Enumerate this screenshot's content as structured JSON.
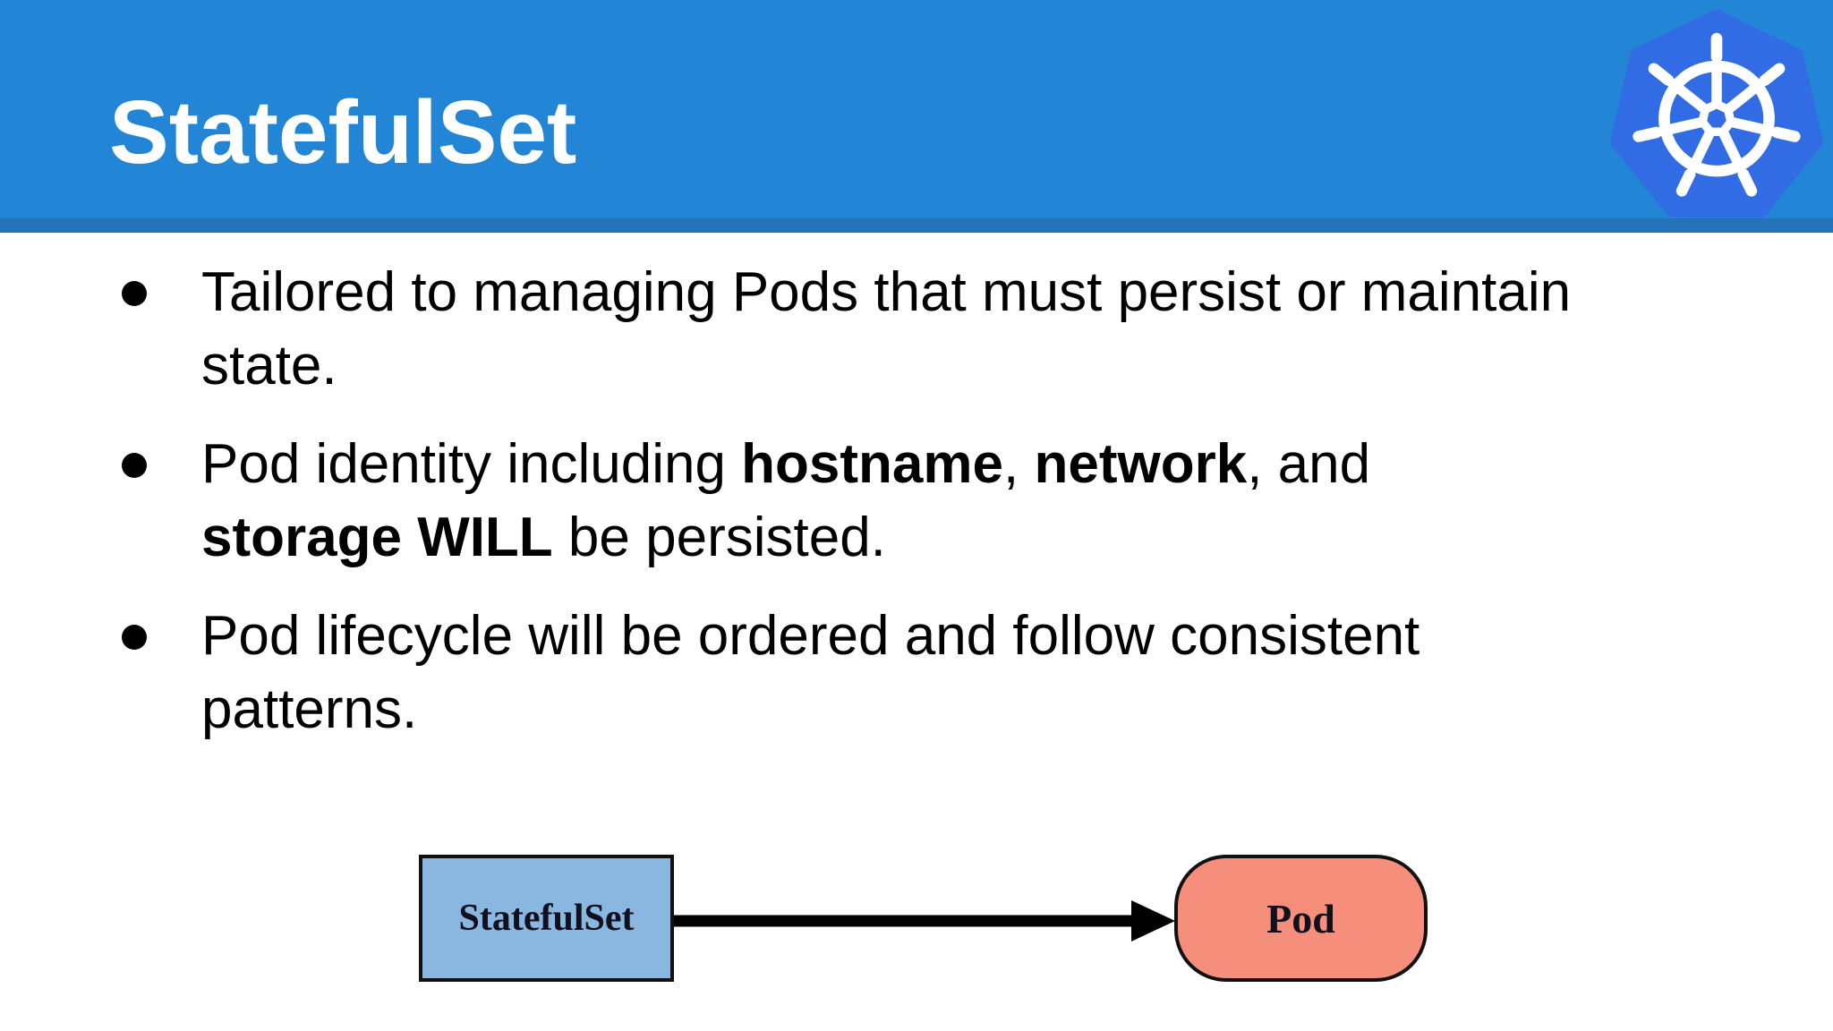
{
  "header": {
    "title": "StatefulSet",
    "logo": "kubernetes-logo",
    "colors": {
      "banner_blue": "#2285d6",
      "banner_strip_blue": "#2472b8",
      "kubernetes_blue": "#326ce5",
      "logo_white": "#ffffff"
    }
  },
  "bullets": [
    {
      "lines": [
        {
          "segments": [
            {
              "text": "Tailored to managing Pods that must persist or maintain",
              "bold": false
            }
          ]
        },
        {
          "segments": [
            {
              "text": "state.",
              "bold": false
            }
          ]
        }
      ]
    },
    {
      "lines": [
        {
          "segments": [
            {
              "text": "Pod identity including ",
              "bold": false
            },
            {
              "text": "hostname",
              "bold": true
            },
            {
              "text": ", ",
              "bold": false
            },
            {
              "text": "network",
              "bold": true
            },
            {
              "text": ", and",
              "bold": false
            }
          ]
        },
        {
          "segments": [
            {
              "text": "storage WILL",
              "bold": true
            },
            {
              "text": " be persisted.",
              "bold": false
            }
          ]
        }
      ]
    },
    {
      "lines": [
        {
          "segments": [
            {
              "text": "Pod lifecycle will be ordered and follow consistent",
              "bold": false
            }
          ]
        },
        {
          "segments": [
            {
              "text": "patterns.",
              "bold": false
            }
          ]
        }
      ]
    }
  ],
  "diagram": {
    "source_label": "StatefulSet",
    "target_label": "Pod",
    "relation": "arrow-right",
    "colors": {
      "source_fill": "#8ab7e0",
      "target_fill": "#f68e7c",
      "stroke": "#111111",
      "arrow": "#000000"
    }
  }
}
